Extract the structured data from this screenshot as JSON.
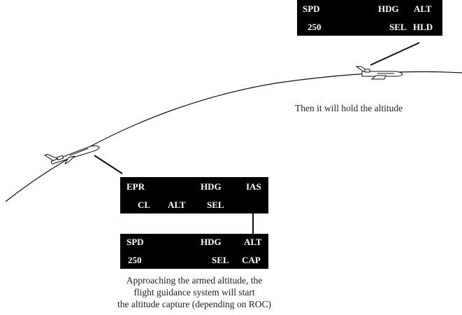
{
  "colors": {
    "panel_background": "#000000",
    "panel_text": "#ffffff",
    "line": "#111111",
    "caption_text": "#222222"
  },
  "icons": {
    "aircraft_climbing": "aircraft-climbing-icon",
    "aircraft_level": "aircraft-level-icon"
  },
  "top_panel": {
    "row1": {
      "col1": "SPD",
      "col2": "HDG",
      "col3": "ALT"
    },
    "row2": {
      "col1": "250",
      "col2": "SEL",
      "col3": "HLD"
    }
  },
  "climb_panel": {
    "row1": {
      "col1": "EPR",
      "col3": "HDG",
      "col4": "IAS"
    },
    "row2": {
      "col1": "CL",
      "col2": "ALT",
      "col3": "SEL"
    }
  },
  "capture_panel": {
    "row1": {
      "col1": "SPD",
      "col2": "HDG",
      "col3": "ALT"
    },
    "row2": {
      "col1": "250",
      "col2": "SEL",
      "col3": "CAP"
    }
  },
  "captions": {
    "hold": "Then it will hold the altitude",
    "capture": [
      "Approaching the armed altitude, the",
      "flight guidance system will start",
      "the altitude capture (depending on ROC)"
    ]
  }
}
